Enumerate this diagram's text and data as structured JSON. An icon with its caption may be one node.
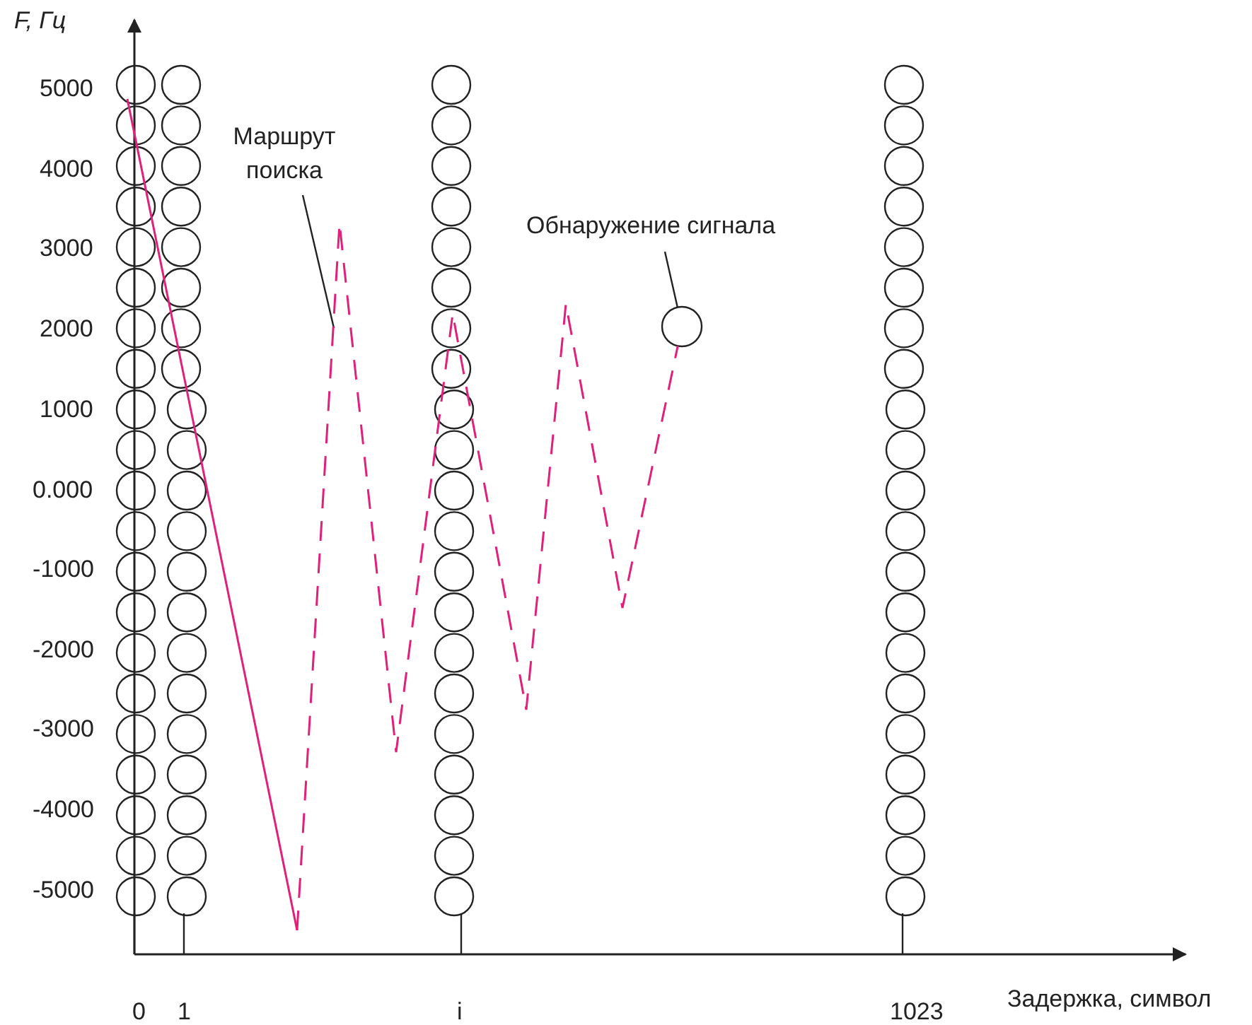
{
  "diagram": {
    "nodes": [
      {
        "text": [
          "Маршрут поиска"
        ]
      },
      {
        "text": [
          "Обнаружение сигнала"
        ]
      },
      {
        "text": [],
        "shape": "circle"
      }
    ],
    "edges": [
      {
        "from": 0,
        "to": null,
        "arrow": "none"
      },
      {
        "from": 1,
        "to": 2,
        "arrow": "none"
      },
      {
        "from": null,
        "to": 2,
        "arrow": "none",
        "style": "dashed",
        "color": "#e0207a"
      }
    ],
    "labels": [
      "F, Гц",
      "5000",
      "4000",
      "3000",
      "2000",
      "1000",
      "0.000",
      "-1000",
      "-2000",
      "-3000",
      "-4000",
      "-5000",
      "Задержка, символ",
      "0",
      "1",
      "i",
      "1023"
    ]
  }
}
